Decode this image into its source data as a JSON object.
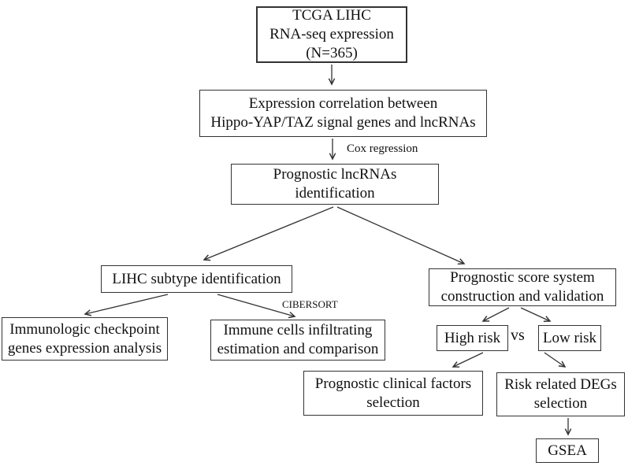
{
  "diagram": {
    "nodes": {
      "tcga": {
        "label": "TCGA LIHC\nRNA-seq expression\n(N=365)"
      },
      "expr_corr": {
        "label": "Expression correlation between\nHippo-YAP/TAZ signal genes and lncRNAs"
      },
      "prog_lnc": {
        "label": "Prognostic lncRNAs\nidentification"
      },
      "lihc_subtype": {
        "label": "LIHC subtype identification"
      },
      "prog_score": {
        "label": "Prognostic score system\nconstruction and validation"
      },
      "immuno_checkpoint": {
        "label": "Immunologic checkpoint\ngenes expression analysis"
      },
      "immune_cells": {
        "label": "Immune cells infiltrating\nestimation and comparison"
      },
      "high_risk": {
        "label": "High risk"
      },
      "low_risk": {
        "label": "Low risk"
      },
      "prog_clinical": {
        "label": "Prognostic clinical factors\nselection"
      },
      "risk_degs": {
        "label": "Risk related DEGs\nselection"
      },
      "gsea": {
        "label": "GSEA"
      }
    },
    "edge_labels": {
      "cox_regression": "Cox regression",
      "cibersort": "CIBERSORT",
      "vs": "vs"
    },
    "colors": {
      "border": "#333333",
      "line": "#333333",
      "text": "#111111",
      "background": "#ffffff"
    }
  }
}
